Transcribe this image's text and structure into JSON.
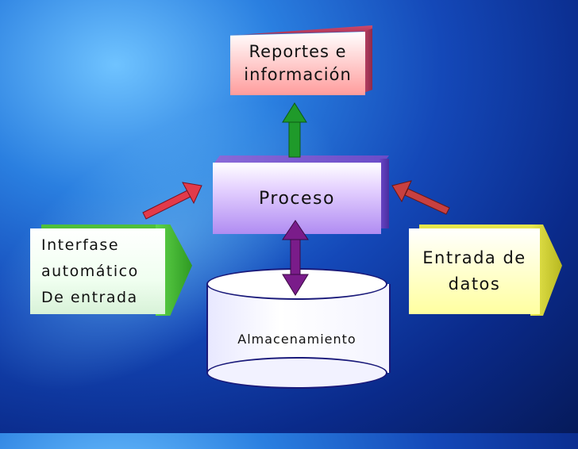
{
  "nodes": {
    "reportes": "Reportes e\ninformación",
    "proceso": "Proceso",
    "interfase": "Interfase\nautomático\nDe entrada",
    "entrada": "Entrada de\ndatos",
    "almacenamiento": "Almacenamiento"
  },
  "colors": {
    "up_arrow": "#1f9a2a",
    "left_arrow": "#e23a4a",
    "right_arrow": "#c84040",
    "bidirectional_arrow": "#7a1c8a"
  }
}
